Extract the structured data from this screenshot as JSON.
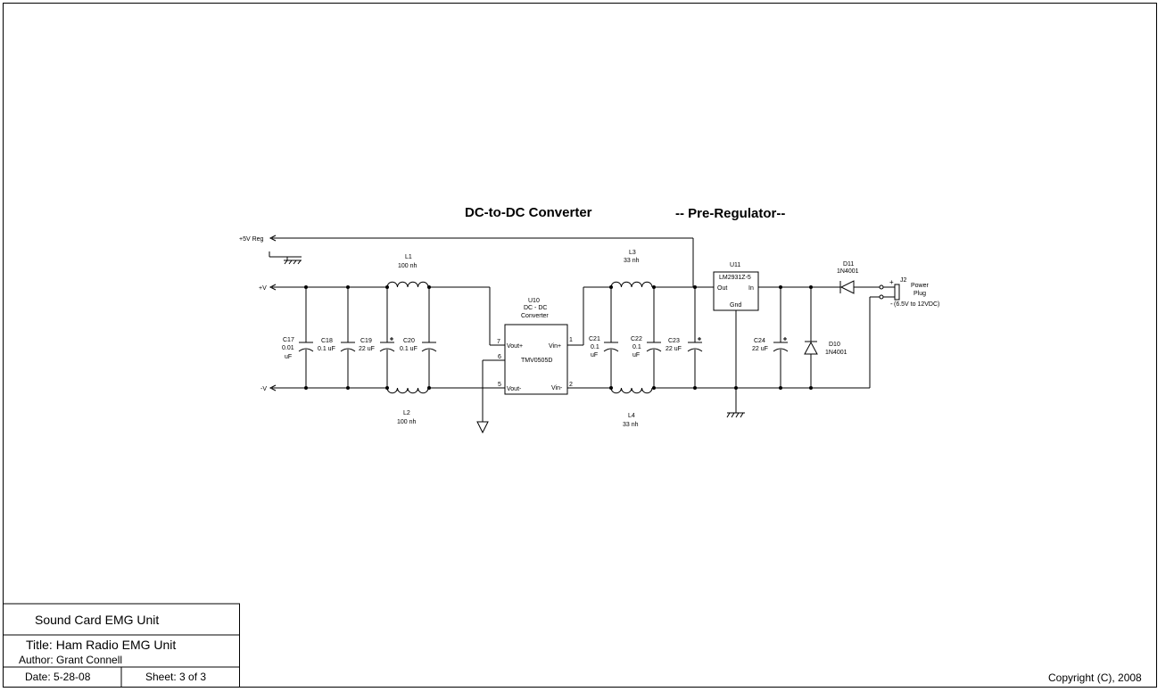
{
  "titles": {
    "dcdc": "DC-to-DC Converter",
    "prereg": "-- Pre-Regulator--"
  },
  "nets": {
    "v5reg": "+5V Reg",
    "vpos": "+V",
    "vneg": "-V"
  },
  "parts": {
    "L1": {
      "ref": "L1",
      "val": "100 nh"
    },
    "L2": {
      "ref": "L2",
      "val": "100 nh"
    },
    "L3": {
      "ref": "L3",
      "val": "33 nh"
    },
    "L4": {
      "ref": "L4",
      "val": "33 nh"
    },
    "C17": {
      "ref": "C17",
      "val1": "0.01",
      "val2": "uF"
    },
    "C18": {
      "ref": "C18",
      "val": "0.1 uF"
    },
    "C19": {
      "ref": "C19",
      "val": "22 uF"
    },
    "C20": {
      "ref": "C20",
      "val": "0.1 uF"
    },
    "C21": {
      "ref": "C21",
      "val1": "0.1",
      "val2": "uF"
    },
    "C22": {
      "ref": "C22",
      "val1": "0.1",
      "val2": "uF"
    },
    "C23": {
      "ref": "C23",
      "val": "22 uF"
    },
    "C24": {
      "ref": "C24",
      "val": "22 uF"
    },
    "U10": {
      "ref": "U10",
      "line1": "DC - DC",
      "line2": "Converter",
      "part": "TMV0505D",
      "pins": {
        "vout_p": "Vout+",
        "vout_n": "Vout-",
        "vin_p": "Vin+",
        "vin_n": "Vin-",
        "p7": "7",
        "p6": "6",
        "p5": "5",
        "p1": "1",
        "p2": "2"
      }
    },
    "U11": {
      "ref": "U11",
      "part": "LM2931Z-5",
      "out": "Out",
      "in": "In",
      "gnd": "Gnd"
    },
    "D11": {
      "ref": "D11",
      "val": "1N4001"
    },
    "D10": {
      "ref": "D10",
      "val": "1N4001"
    },
    "J2": {
      "ref": "J2",
      "name1": "Power",
      "name2": "Plug",
      "range": "(6.5V to 12VDC)",
      "plus": "+",
      "minus": "-"
    }
  },
  "title_block": {
    "project": "Sound Card EMG Unit",
    "title": "Title: Ham Radio EMG Unit",
    "author": "Author: Grant Connell",
    "date": "Date: 5-28-08",
    "sheet": "Sheet: 3 of 3"
  },
  "copyright": "Copyright (C), 2008"
}
